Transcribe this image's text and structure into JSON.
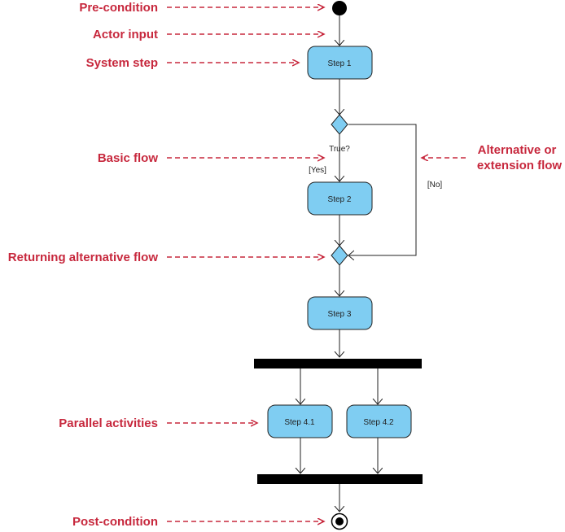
{
  "annotations": {
    "pre_condition": "Pre-condition",
    "actor_input": "Actor input",
    "system_step": "System step",
    "basic_flow": "Basic flow",
    "alternative_line1": "Alternative or",
    "alternative_line2": "extension flow",
    "returning_alt": "Returning alternative flow",
    "parallel": "Parallel activities",
    "post_condition": "Post-condition"
  },
  "steps": {
    "step1": "Step 1",
    "step2": "Step 2",
    "step3": "Step 3",
    "step41": "Step 4.1",
    "step42": "Step 4.2"
  },
  "decision": {
    "question": "True?",
    "yes": "[Yes]",
    "no": "[No]"
  },
  "colors": {
    "annotation": "#c7283d",
    "step_fill": "#7fcdf2",
    "step_stroke": "#222222"
  }
}
